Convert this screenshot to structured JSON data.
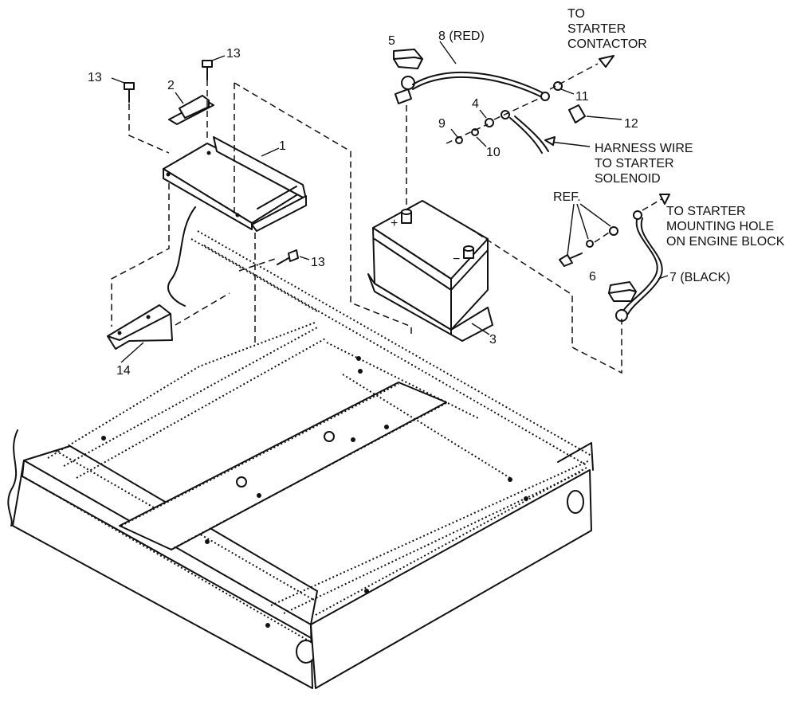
{
  "callouts": {
    "c1": "1",
    "c2": "2",
    "c3": "3",
    "c4": "4",
    "c5": "5",
    "c6": "6",
    "c7": "7 (BLACK)",
    "c8": "8 (RED)",
    "c9": "9",
    "c10": "10",
    "c11": "11",
    "c12": "12",
    "c13a": "13",
    "c13b": "13",
    "c13c": "13",
    "c14": "14"
  },
  "notes": {
    "contactor": [
      "TO",
      "STARTER",
      "CONTACTOR"
    ],
    "harness": [
      "HARNESS WIRE",
      "TO STARTER",
      "SOLENOID"
    ],
    "mounting": [
      "TO STARTER",
      "MOUNTING HOLE",
      "ON ENGINE BLOCK"
    ],
    "ref": "REF."
  },
  "battery": {
    "plus": "+",
    "minus": "−"
  }
}
